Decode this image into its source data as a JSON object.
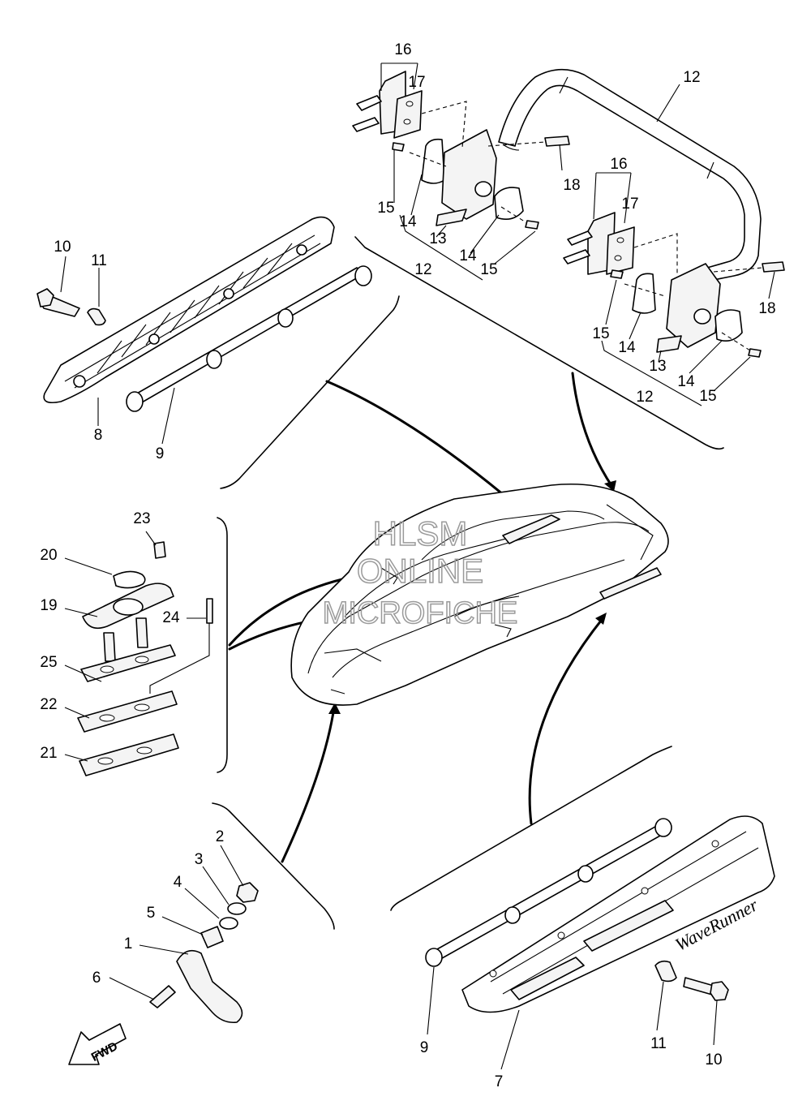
{
  "watermark": {
    "line1": "HLSM",
    "line2": "ONLINE",
    "line3": "MICROFICHE"
  },
  "direction_marker": "FWD",
  "product_logo": "WaveRunner",
  "callouts": {
    "c1": "1",
    "c2": "2",
    "c3": "3",
    "c4": "4",
    "c5": "5",
    "c6": "6",
    "c7": "7",
    "c8": "8",
    "c9a": "9",
    "c9b": "9",
    "c10a": "10",
    "c10b": "10",
    "c11a": "11",
    "c11b": "11",
    "c12a": "12",
    "c12b": "12",
    "c12c": "12",
    "c13a": "13",
    "c13b": "13",
    "c14a": "14",
    "c14b": "14",
    "c14c": "14",
    "c14d": "14",
    "c15a": "15",
    "c15b": "15",
    "c15c": "15",
    "c15d": "15",
    "c16a": "16",
    "c16b": "16",
    "c17a": "17",
    "c17b": "17",
    "c18a": "18",
    "c18b": "18",
    "c19": "19",
    "c20": "20",
    "c21": "21",
    "c22": "22",
    "c23": "23",
    "c24": "24",
    "c25": "25"
  }
}
